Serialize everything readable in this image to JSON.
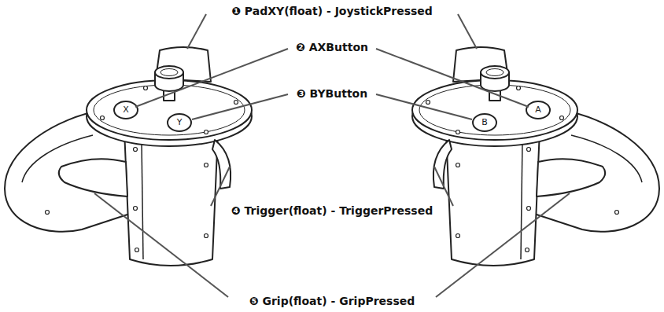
{
  "diagram": {
    "labels": [
      "❶ PadXY(float) - JoystickPressed",
      "❷ AXButton",
      "❸ BYButton",
      "❹ Trigger(float) - TriggerPressed",
      "❺ Grip(float) - GripPressed",
      "X",
      "Y",
      "B",
      "A"
    ]
  }
}
